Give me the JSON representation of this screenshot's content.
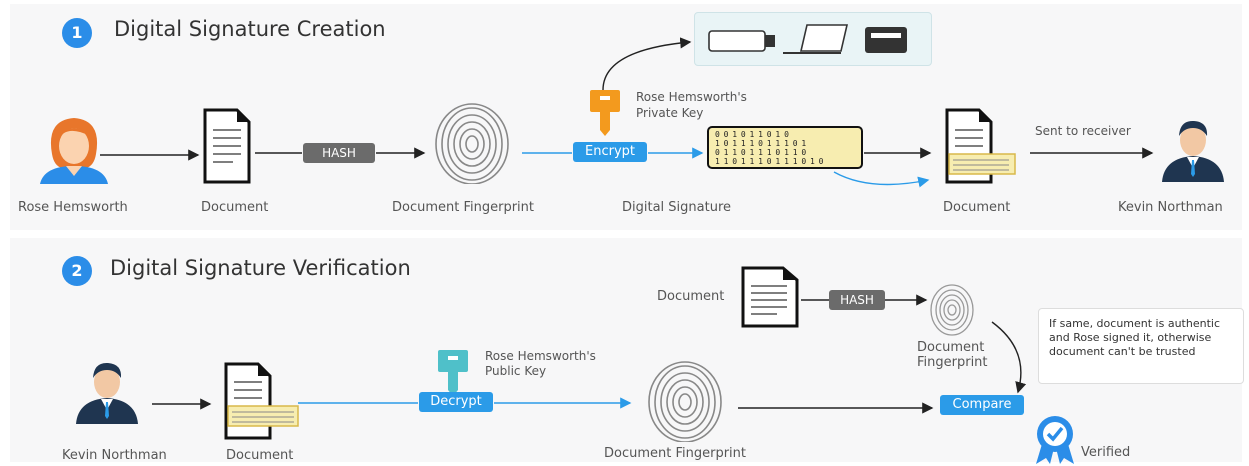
{
  "creation": {
    "number": "1",
    "title": "Digital Signature Creation",
    "sender_label": "Rose Hemsworth",
    "document_label": "Document",
    "hash_label": "HASH",
    "fingerprint_label": "Document Fingerprint",
    "key_label_line1": "Rose Hemsworth's",
    "key_label_line2": "Private Key",
    "encrypt_label": "Encrypt",
    "signature_label": "Digital Signature",
    "signature_bits": [
      "0 0 1 0 1 1 0 1 0",
      "1 0 1 1 1 0 1 1 1 0 1",
      "0 1 1 0 1 1 1 0 1 1 0",
      "1 1 0 1 1 1 0 1 1 1 0 1 0"
    ],
    "signed_doc_label": "Document",
    "sent_label": "Sent to receiver",
    "receiver_label": "Kevin Northman"
  },
  "verification": {
    "number": "2",
    "title": "Digital Signature Verification",
    "receiver_label": "Kevin Northman",
    "document_label": "Document",
    "key_label_line1": "Rose Hemsworth's",
    "key_label_line2": "Public Key",
    "decrypt_label": "Decrypt",
    "fingerprint_label": "Document Fingerprint",
    "doc2_label": "Document",
    "hash_label": "HASH",
    "fp2_label_line1": "Document",
    "fp2_label_line2": "Fingerprint",
    "compare_label": "Compare",
    "note": "If same, document is authentic and Rose signed it, otherwise document can't be trusted",
    "verified_label": "Verified"
  },
  "colors": {
    "accent": "#2b9be8",
    "key_orange": "#f39a1e",
    "key_teal": "#4fc0c9",
    "signature_yellow": "#f7edb0"
  }
}
